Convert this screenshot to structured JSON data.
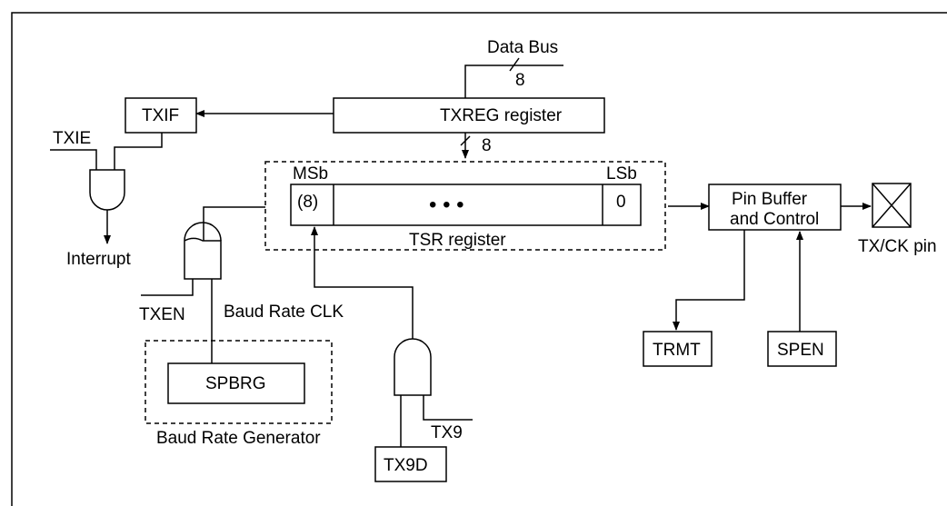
{
  "labels": {
    "data_bus": "Data Bus",
    "data_bus_width": "8",
    "txreg": "TXREG register",
    "txreg_width": "8",
    "txif": "TXIF",
    "txie": "TXIE",
    "interrupt": "Interrupt",
    "msb": "MSb",
    "lsb": "LSb",
    "tsr_msb_cell": "(8)",
    "tsr_dots": "• • •",
    "tsr_lsb_cell": "0",
    "tsr": "TSR register",
    "pin_buffer_line1": "Pin Buffer",
    "pin_buffer_line2": "and Control",
    "txck_pin": "TX/CK pin",
    "txen": "TXEN",
    "baud_rate_clk": "Baud Rate CLK",
    "spbrg": "SPBRG",
    "baud_rate_generator": "Baud Rate Generator",
    "tx9": "TX9",
    "tx9d": "TX9D",
    "trmt": "TRMT",
    "spen": "SPEN"
  }
}
